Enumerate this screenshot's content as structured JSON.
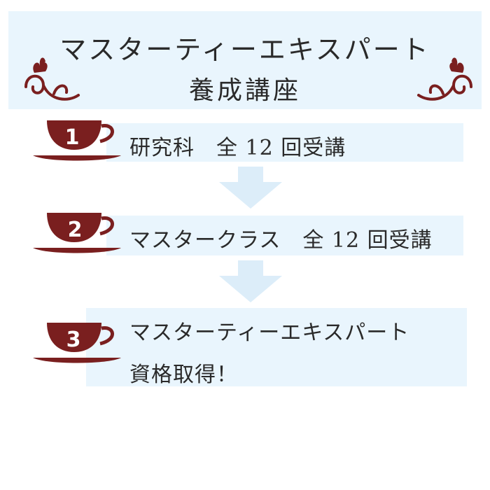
{
  "header": {
    "title_line1": "マスターティーエキスパート",
    "title_line2": "養成講座"
  },
  "steps": [
    {
      "number": "1",
      "text": "研究科　全 12 回受講"
    },
    {
      "number": "2",
      "text": "マスタークラス　全 12 回受講"
    },
    {
      "number": "3",
      "line1": "マスターティーエキスパート",
      "line2": "資格取得！"
    }
  ],
  "colors": {
    "accent": "#7a1f1f",
    "panel": "#e9f5fd",
    "arrow": "#dcedf9"
  },
  "icons": [
    "floral-ornament-icon",
    "teacup-icon",
    "down-arrow-icon"
  ]
}
